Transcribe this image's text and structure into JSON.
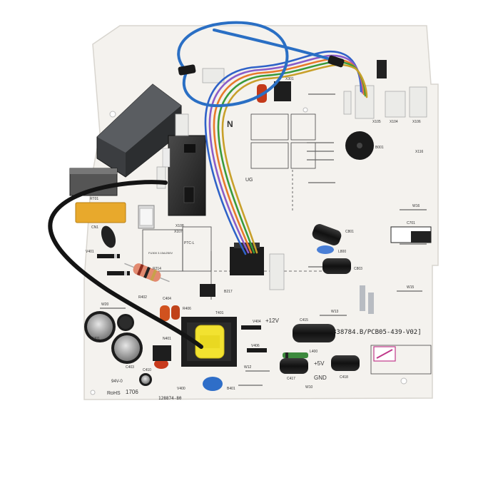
{
  "board": {
    "part_number": "838784.B/PCB05-439-V02]",
    "serial": "128874-80",
    "year": "1706",
    "rohs": "RoHS",
    "rating": "94V-0",
    "gnd": "GND",
    "v12": "+12V",
    "v5": "+5V",
    "ptc": "PTC-L",
    "ug": "UG",
    "n_mark": "N",
    "fuse_rating": "FU300 3.15A/250V"
  },
  "designators": {
    "t401": "T401",
    "r214": "R214",
    "rt01": "RT01",
    "c415": "C415",
    "c417": "C417",
    "c418": "C418",
    "c401": "C401",
    "c403": "C403",
    "c410": "C410",
    "c404": "C404",
    "c801": "C801",
    "c701": "C701",
    "cn1": "CN1",
    "b001": "B001",
    "b217": "B217",
    "b401": "B401",
    "r402": "R402",
    "r406": "R406",
    "n401": "N401",
    "v400": "V400",
    "v401": "V401",
    "v404": "V404",
    "v406": "V406",
    "w10": "W10",
    "w12": "W12",
    "w13": "W13",
    "w15": "W15",
    "w16": "W16",
    "w20": "W20",
    "x104": "X104",
    "x105": "X105",
    "x106": "X106",
    "x107": "X107",
    "x108": "X108",
    "x116": "X116",
    "l400": "L400",
    "l800": "L800",
    "c803": "C803",
    "x301": "X301"
  },
  "colors": {
    "board": "#f4f2ee",
    "wire_blue": "#2a6fc4",
    "wire_black": "#141414",
    "transformer_yellow": "#f2e230",
    "relay_black": "#1f1f1f",
    "capacitor_black": "#222222",
    "connector_white": "#ebebe8",
    "orange_cap": "#e8a92c",
    "red_cap": "#c83a1c"
  }
}
